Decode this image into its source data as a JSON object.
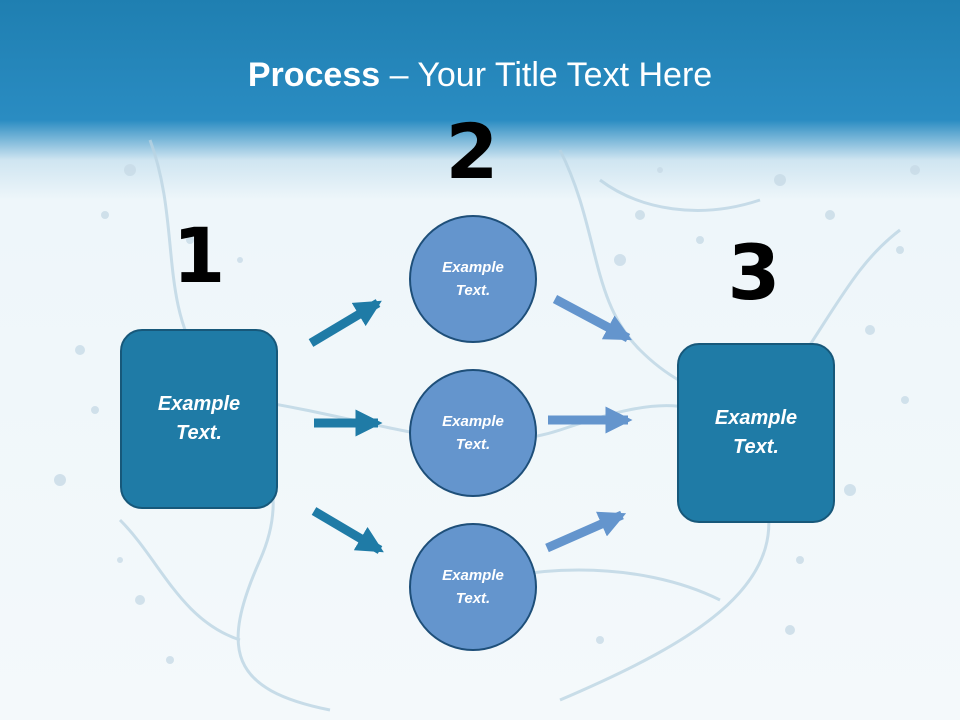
{
  "title": {
    "bold_part": "Process",
    "rest": " – Your Title Text Here"
  },
  "steps": {
    "one": {
      "number": "1",
      "label_line1": "Example",
      "label_line2": "Text."
    },
    "two": {
      "number": "2"
    },
    "three": {
      "number": "3",
      "label_line1": "Example",
      "label_line2": "Text."
    }
  },
  "circles": [
    {
      "label_line1": "Example",
      "label_line2": "Text."
    },
    {
      "label_line1": "Example",
      "label_line2": "Text."
    },
    {
      "label_line1": "Example",
      "label_line2": "Text."
    }
  ],
  "colors": {
    "header": "#1f7fb1",
    "box_fill": "#1f7ba6",
    "circle_fill": "#6495cd",
    "arrow_dark": "#1f7ba6",
    "arrow_light": "#6495cd"
  }
}
